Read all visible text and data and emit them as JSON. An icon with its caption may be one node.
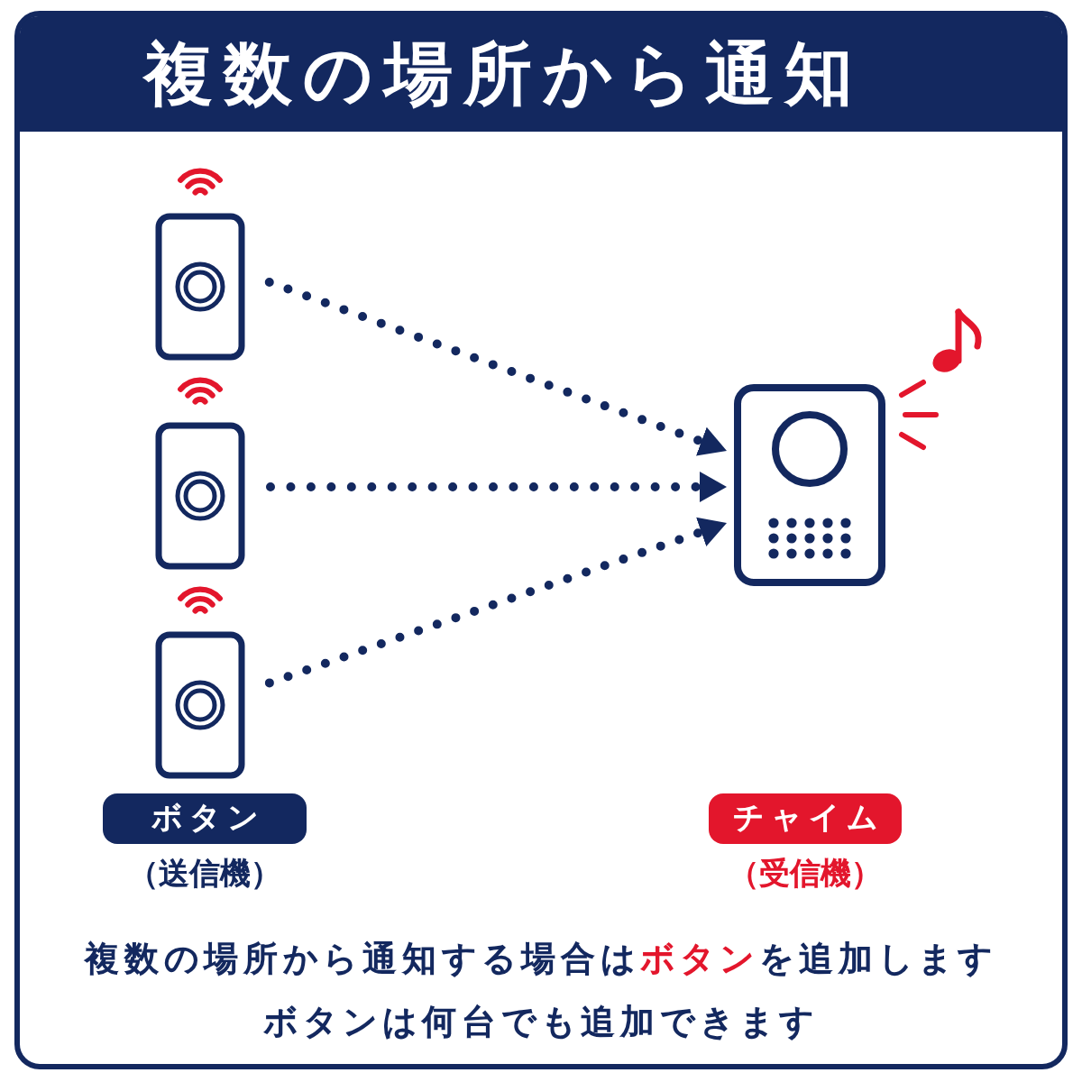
{
  "diagram": {
    "title": "複数の場所から通知",
    "nodes": [
      {
        "text": [],
        "shape": "picture"
      },
      {
        "text": [],
        "shape": "picture"
      },
      {
        "text": [],
        "shape": "picture"
      },
      {
        "text": [],
        "shape": "picture"
      },
      {
        "text": [
          "ボタン"
        ],
        "beside": [
          "（送信機）"
        ]
      },
      {
        "text": [
          "チャイム"
        ],
        "beside": [
          "（受信機）"
        ]
      }
    ],
    "edges": [
      {
        "from": 0,
        "to": 3,
        "arrow": "to",
        "style": "dashed"
      },
      {
        "from": 1,
        "to": 3,
        "arrow": "to",
        "style": "dashed"
      },
      {
        "from": 2,
        "to": 3,
        "arrow": "to",
        "style": "dashed"
      }
    ],
    "labels": [
      "複数の場所から通知する場合は**ボタン**を追加します",
      "ボタンは何台でも追加できます"
    ]
  }
}
